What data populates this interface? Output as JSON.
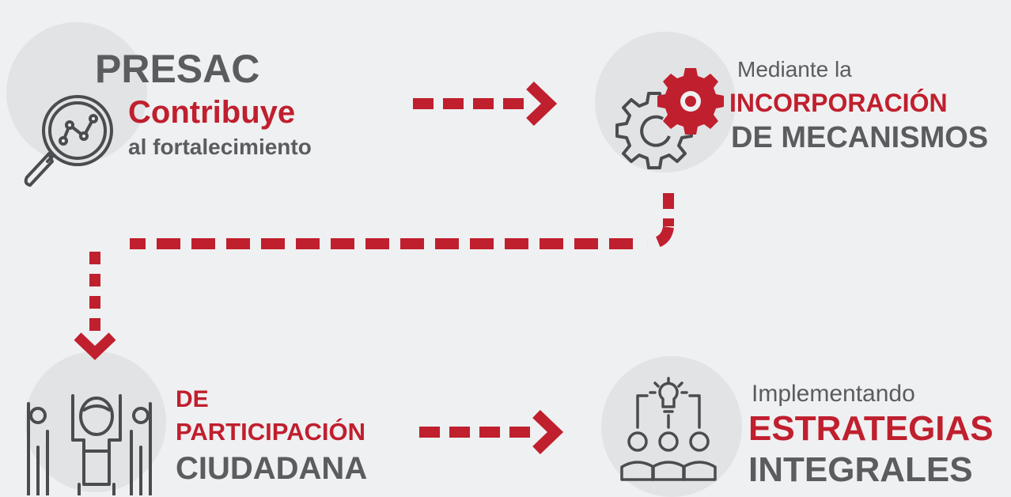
{
  "step1": {
    "line1": "PRESAC",
    "line2": "Contribuye",
    "line3": "al fortalecimiento",
    "icon": "magnifier-chart-icon"
  },
  "step2": {
    "line1": "Mediante la",
    "line2": "INCORPORACIÓN",
    "line3": "DE MECANISMOS",
    "icon": "gears-icon"
  },
  "step3": {
    "line1": "DE",
    "line2": "PARTICIPACIÓN",
    "line3": "CIUDADANA",
    "icon": "raised-hands-people-icon"
  },
  "step4": {
    "line1": "Implementando",
    "line2": "ESTRATEGIAS",
    "line3": "INTEGRALES",
    "icon": "idea-team-icon"
  },
  "colors": {
    "accent": "#c01f2e",
    "text": "#5a5c5f",
    "background": "#eff0f1",
    "circle": "#e2e3e5"
  }
}
